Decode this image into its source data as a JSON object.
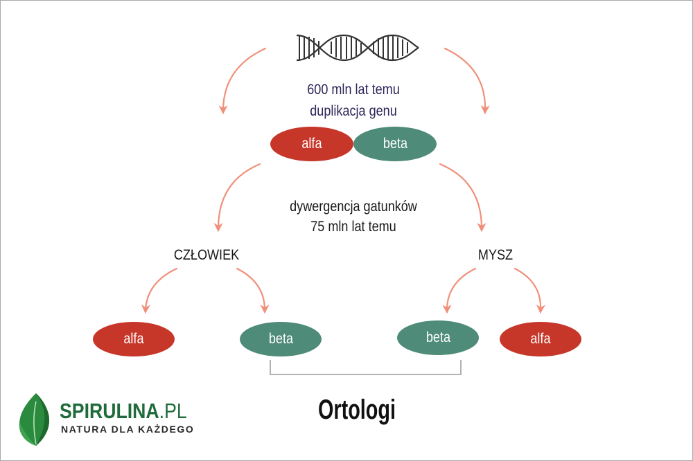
{
  "top": {
    "line1": "600 mln lat temu",
    "line2": "duplikacja genu"
  },
  "ancestral": {
    "alfa": "alfa",
    "beta": "beta"
  },
  "middle": {
    "line1": "dywergencja gatunków",
    "line2": "75 mln lat temu"
  },
  "species": {
    "left": "CZŁOWIEK",
    "right": "MYSZ"
  },
  "human": {
    "alfa": "alfa",
    "beta": "beta"
  },
  "mouse": {
    "beta": "beta",
    "alfa": "alfa"
  },
  "bracket_label": "Ortologi",
  "logo": {
    "name_main": "SPIRULINA",
    "name_suffix": ".PL",
    "tagline": "NATURA DLA KAŻDEGO"
  },
  "colors": {
    "alfa": "#c6372a",
    "beta": "#4e8b78",
    "arrow": "#f0907a",
    "text_top": "#2e2558",
    "logo": "#1f6b3b"
  },
  "icons": {
    "dna": "dna-helix-icon",
    "leaf": "leaf-logo-icon"
  }
}
